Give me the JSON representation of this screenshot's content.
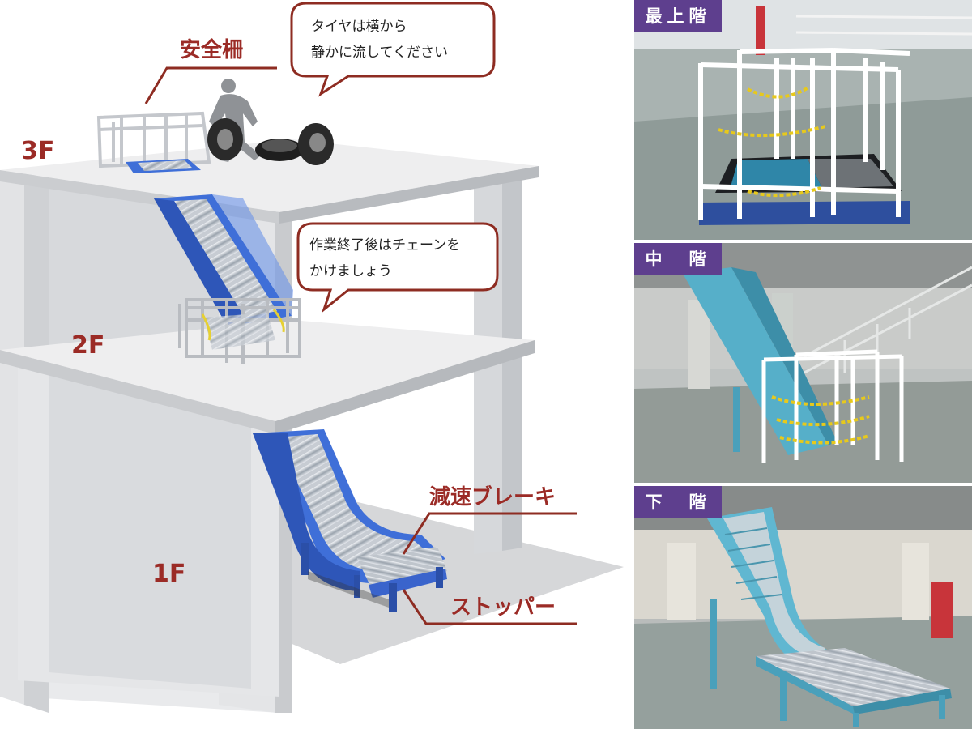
{
  "floors": {
    "f3": "3F",
    "f2": "2F",
    "f1": "1F"
  },
  "callouts": {
    "safety_fence": "安全柵",
    "brake": "減速ブレーキ",
    "stopper": "ストッパー"
  },
  "bubbles": {
    "top": {
      "line1": "タイヤは横から",
      "line2": "静かに流してください"
    },
    "middle": {
      "line1": "作業終了後はチェーンを",
      "line2": "かけましょう"
    }
  },
  "photo_panels": [
    {
      "label": "最上階"
    },
    {
      "label": "中　階"
    },
    {
      "label": "下　階"
    }
  ],
  "colors": {
    "label_red": "#9b2b26",
    "callout_line": "#8e2c22",
    "tag_purple": "#5e3f8e",
    "chute_blue": "#3f6fd8",
    "chute_teal": "#5ab3cc"
  }
}
